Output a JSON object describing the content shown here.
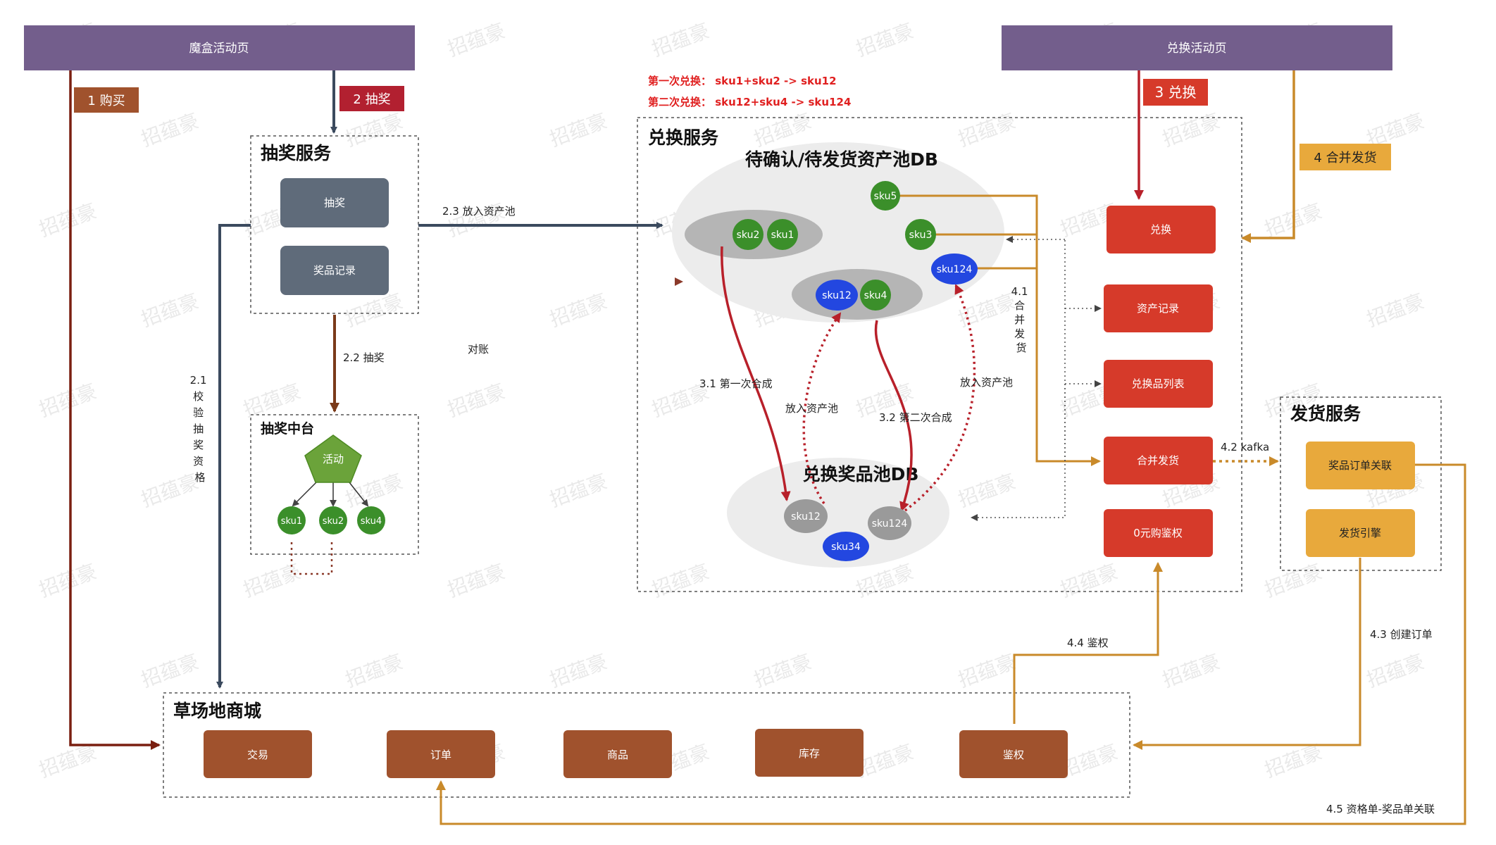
{
  "top_bars": {
    "left_title": "魔盒活动页",
    "right_title": "兑换活动页"
  },
  "tags": {
    "buy": "1 购买",
    "draw": "2 抽奖",
    "exchange": "3 兑换",
    "merge_ship": "4 合并发货"
  },
  "notes": {
    "first_exchange": "第一次兑换：  sku1+sku2 -> sku12",
    "second_exchange": "第二次兑换：  sku12+sku4 -> sku124"
  },
  "lottery_service": {
    "title": "抽奖服务",
    "btn_draw": "抽奖",
    "btn_record": "奖品记录"
  },
  "lottery_center": {
    "title": "抽奖中台",
    "activity": "活动",
    "skus": [
      "sku1",
      "sku2",
      "sku4"
    ]
  },
  "exchange_service": {
    "title": "兑换服务",
    "pending_db_title": "待确认/待发货资产池DB",
    "prize_db_title": "兑换奖品池DB",
    "pending_skus": {
      "sku5": "sku5",
      "sku3": "sku3",
      "sku124": "sku124",
      "sku2": "sku2",
      "sku1": "sku1",
      "sku12": "sku12",
      "sku4": "sku4"
    },
    "prize_skus": {
      "sku12": "sku12",
      "sku124": "sku124",
      "sku34": "sku34"
    },
    "buttons": {
      "exchange": "兑换",
      "asset_record": "资产记录",
      "prize_list": "兑换品列表",
      "merge_ship": "合并发货",
      "zero_auth": "0元购鉴权"
    }
  },
  "ship_service": {
    "title": "发货服务",
    "btn_link": "奖品订单关联",
    "btn_engine": "发货引擎"
  },
  "mall": {
    "title": "草场地商城",
    "buttons": [
      "交易",
      "订单",
      "商品",
      "库存",
      "鉴权"
    ]
  },
  "edge_labels": {
    "e21_lines": [
      "2.1",
      "校",
      "验",
      "抽",
      "奖",
      "资",
      "格"
    ],
    "e22": "2.2 抽奖",
    "e23": "2.3 放入资产池",
    "reconcile": "对账",
    "e31": "3.1 第一次合成",
    "e32": "3.2 第二次合成",
    "put_pool_1": "放入资产池",
    "put_pool_2": "放入资产池",
    "e41_lines": [
      "4.1",
      "合",
      "并",
      "发",
      "货"
    ],
    "e42": "4.2 kafka",
    "e43": "4.3 创建订单",
    "e44": "4.4 鉴权",
    "e45": "4.5  资格单-奖品单关联"
  },
  "watermark": "招蕴豪",
  "colors": {
    "top_bar": "#735e8c",
    "tag_buy": "#a0522d",
    "tag_draw": "#b22030",
    "tag_exchange": "#d63a2a",
    "tag_merge": "#e8a93c",
    "slate_button": "#5f6b7a",
    "red_button": "#d63a2a",
    "orange_button": "#e8a93c",
    "brown_button": "#a0522d",
    "sku_green": "#3b8f2a",
    "sku_blue": "#2347e0",
    "sku_gray": "#9a9a9a",
    "db_ellipse": "#ececec",
    "pentagon": "#6ba33a",
    "arrow_navy": "#3b4a5e",
    "arrow_darkred": "#7a1f10",
    "arrow_orange": "#c98a2a",
    "arrow_brown": "#7a3a1a",
    "note_red": "#e02020"
  }
}
